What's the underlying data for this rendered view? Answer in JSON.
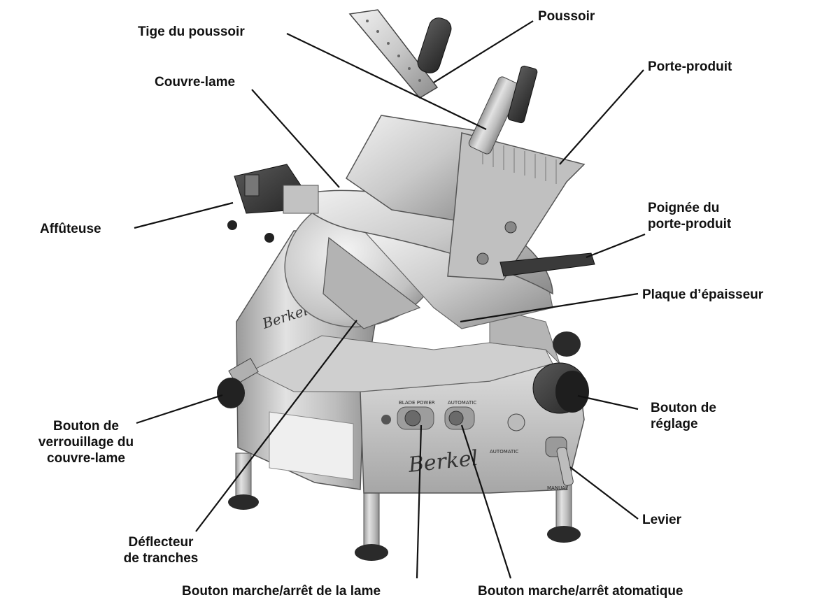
{
  "labels": {
    "poussoir": "Poussoir",
    "tige": "Tige du poussoir",
    "porte_produit": "Porte-produit",
    "couvre_lame": "Couvre-lame",
    "affuteuse": "Affûteuse",
    "poignee_1": "Poignée du",
    "poignee_2": "porte-produit",
    "plaque": "Plaque d’épaisseur",
    "bouton_reglage_1": "Bouton de",
    "bouton_reglage_2": "réglage",
    "verrouillage_1": "Bouton de",
    "verrouillage_2": "verrouillage du",
    "verrouillage_3": "couvre-lame",
    "levier": "Levier",
    "deflecteur_1": "Déflecteur",
    "deflecteur_2": "de tranches",
    "marche_lame": "Bouton marche/arrêt de la lame",
    "marche_auto": "Bouton marche/arrêt atomatique"
  },
  "machine_text": {
    "brand": "Berkel",
    "panel_blade": "BLADE POWER",
    "panel_auto": "AUTOMATIC",
    "side_auto": "AUTOMATIC",
    "side_manual": "MANUAL"
  }
}
